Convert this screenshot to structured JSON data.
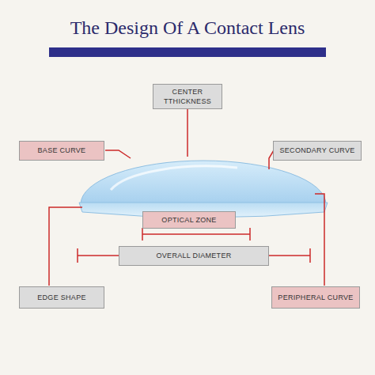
{
  "diagram": {
    "title": "The Design Of A Contact Lens",
    "nodes": [
      {
        "text": [
          "CENTER TTHICKNESS"
        ]
      },
      {
        "text": [
          "BASE CURVE"
        ]
      },
      {
        "text": [
          "SECONDARY CURVE"
        ]
      },
      {
        "text": [
          "OPTICAL ZONE"
        ]
      },
      {
        "text": [
          "OVERALL DIAMETER"
        ]
      },
      {
        "text": [
          "EDGE SHAPE"
        ]
      },
      {
        "text": [
          "PERIPHERAL CURVE"
        ]
      }
    ]
  }
}
